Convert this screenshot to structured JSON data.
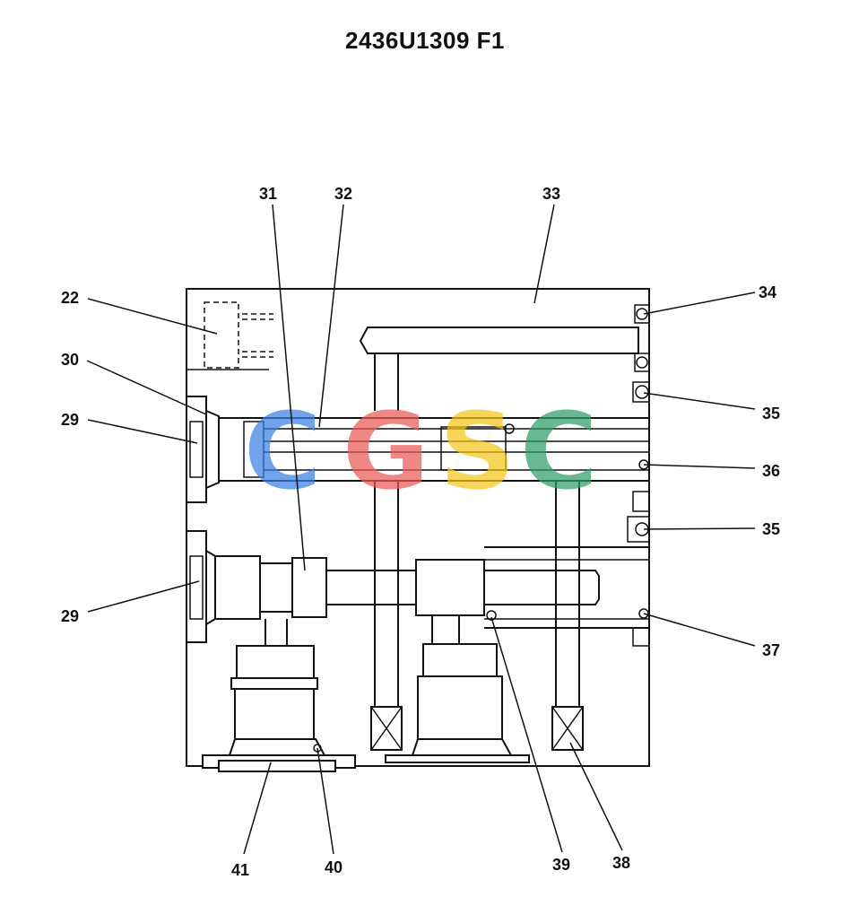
{
  "title": "2436U1309 F1",
  "callouts": {
    "c22": "22",
    "c29a": "29",
    "c29b": "29",
    "c30": "30",
    "c31": "31",
    "c32": "32",
    "c33": "33",
    "c34": "34",
    "c35a": "35",
    "c35b": "35",
    "c36": "36",
    "c37": "37",
    "c38": "38",
    "c39": "39",
    "c40": "40",
    "c41": "41"
  },
  "watermark": {
    "letters": [
      "C",
      "G",
      "S",
      "C"
    ],
    "colors": [
      "#3b7fe6",
      "#ea5b57",
      "#f5c518",
      "#2f9e68"
    ]
  }
}
